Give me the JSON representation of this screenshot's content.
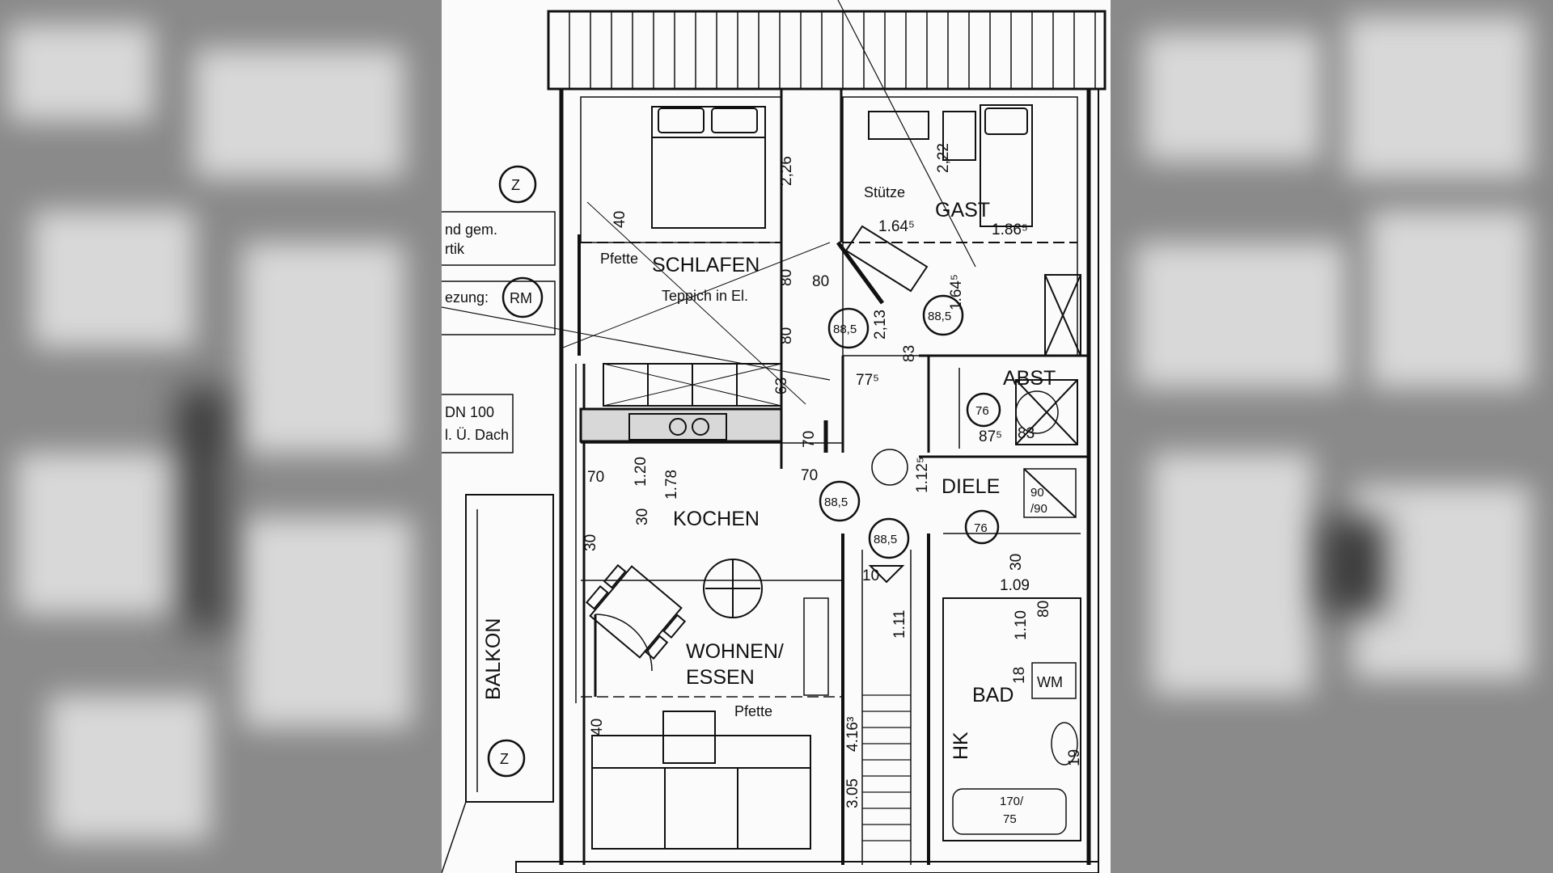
{
  "rooms": {
    "schlafen": "SCHLAFEN",
    "gast": "GAST",
    "kochen": "KOCHEN",
    "wohnen_line1": "WOHNEN/",
    "wohnen_line2": "ESSEN",
    "diele": "DIELE",
    "bad": "BAD",
    "abst": "ABST",
    "balkon": "BALKON"
  },
  "notes": {
    "teppich": "Teppich in El.",
    "pfette_top": "Pfette",
    "pfette_bottom": "Pfette",
    "stuetze": "Stütze",
    "wand_gem": "nd gem.",
    "wand_gem2": "rtik",
    "heizung": "ezung:",
    "dn": "DN 100",
    "dach": "l. Ü. Dach",
    "hk": "HK",
    "wm": "WM",
    "wanne": "170/",
    "wanne2": "75",
    "dusche": "90",
    "dusche2": "/90"
  },
  "circles": {
    "z_top": "Z",
    "z_bottom": "Z",
    "rm": "RM",
    "door1": "88,5",
    "door2": "88,5",
    "door3": "88,5",
    "door4": "88,5",
    "door5": "76",
    "door6": "76"
  },
  "dimensions": {
    "d_226": "2,26",
    "d_222": "2,22",
    "d_1645a": "1.64⁵",
    "d_1865": "1.86⁵",
    "d_80a": "80",
    "d_80b": "80",
    "d_80c": "80",
    "d_1645b": "1.64⁵",
    "d_40a": "40",
    "d_775": "77⁵",
    "d_213": "2,13",
    "d_83a": "83",
    "d_63": "63",
    "d_875": "87⁵",
    "d_83b": "83",
    "d_70a": "70",
    "d_70b": "70",
    "d_70c": "70",
    "d_120": "1.20",
    "d_178": "1.78",
    "d_30a": "30",
    "d_30b": "30",
    "d_1125": "1.12⁵",
    "d_109": "1.09",
    "d_110": "1.10",
    "d_80d": "80",
    "d_18": "18",
    "d_40b": "40",
    "d_4163": "4.16³",
    "d_305": "3.05",
    "d_10": "10",
    "d_111": "1.11",
    "d_19": "19",
    "d_30c": "30"
  }
}
